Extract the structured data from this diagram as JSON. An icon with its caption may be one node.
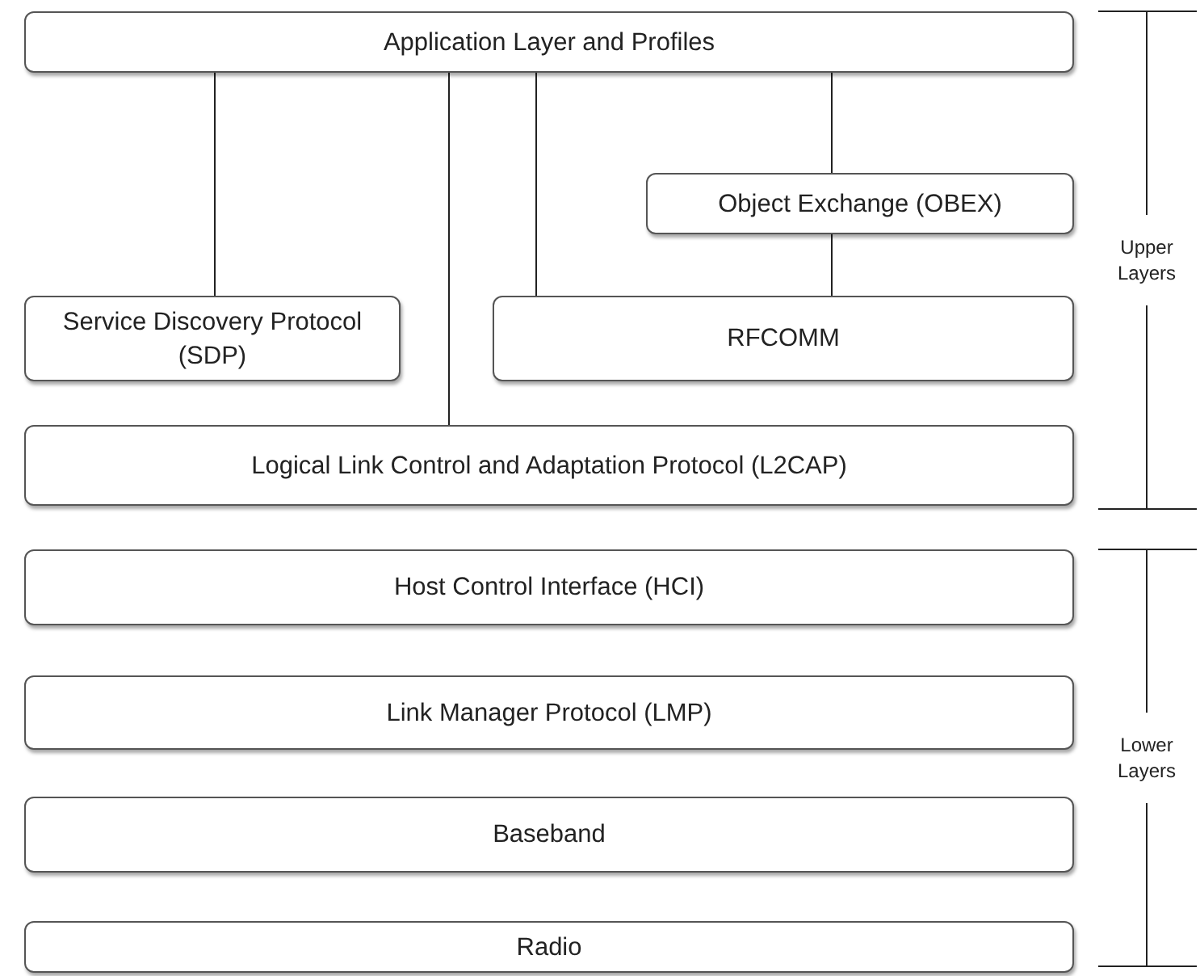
{
  "diagram": {
    "nodes": [
      {
        "text": [
          "Application Layer and Profiles"
        ]
      },
      {
        "text": [
          "Object Exchange (OBEX)"
        ]
      },
      {
        "text": [
          "Service Discovery Protocol (SDP)"
        ]
      },
      {
        "text": [
          "RFCOMM"
        ]
      },
      {
        "text": [
          "Logical Link Control and Adaptation Protocol (L2CAP)"
        ]
      },
      {
        "text": [
          "Host Control Interface (HCI)"
        ]
      },
      {
        "text": [
          "Link Manager Protocol (LMP)"
        ]
      },
      {
        "text": [
          "Baseband"
        ]
      },
      {
        "text": [
          "Radio"
        ]
      }
    ],
    "edges": [
      {
        "from": 0,
        "to": 2,
        "arrow": "none"
      },
      {
        "from": 0,
        "to": 4,
        "arrow": "none"
      },
      {
        "from": 0,
        "to": 3,
        "arrow": "none"
      },
      {
        "from": 0,
        "to": 1,
        "arrow": "none"
      },
      {
        "from": 1,
        "to": 3,
        "arrow": "none"
      }
    ],
    "labels": [
      "Upper Layers",
      "Lower Layers"
    ]
  }
}
